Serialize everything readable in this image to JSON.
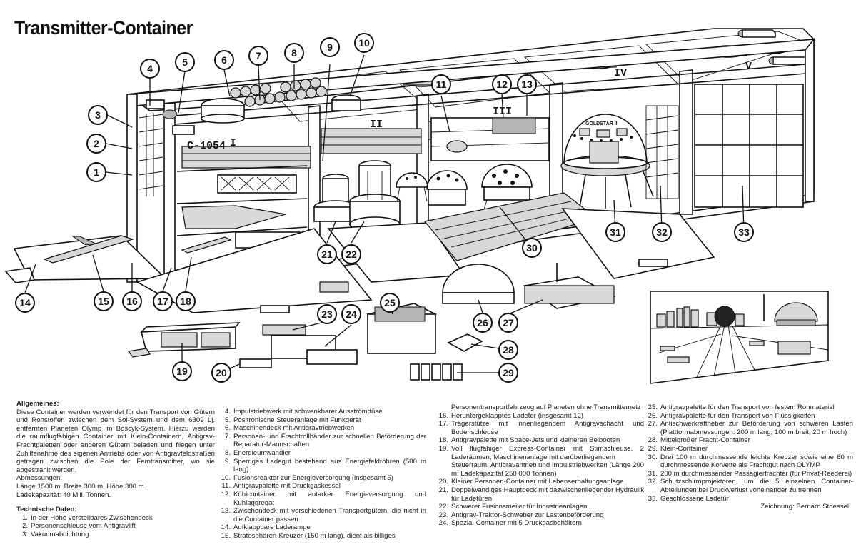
{
  "title": "Transmitter-Container",
  "drawing": {
    "hull_label": "C-1054",
    "section_numerals": [
      "I",
      "II",
      "III",
      "IV",
      "V"
    ],
    "ship_name": "GOLDSTAR II",
    "callouts": [
      "1",
      "2",
      "3",
      "4",
      "5",
      "6",
      "7",
      "8",
      "9",
      "10",
      "11",
      "12",
      "13",
      "14",
      "15",
      "16",
      "17",
      "18",
      "19",
      "20",
      "21",
      "22",
      "23",
      "24",
      "25",
      "26",
      "27",
      "28",
      "29",
      "30",
      "31",
      "32",
      "33"
    ],
    "inset": "Transmitter station on planet Olymp"
  },
  "legend": {
    "general_heading": "Allgemeines:",
    "general_text": "Diese Container werden verwendet für den Transport von Gütern und Rohstoffen zwischen dem Sol-System und dem 6309 Lj. entfernten Planeten Olymp im Boscyk-System. Hierzu werden die raumflugfähigen Container mit Klein-Containern, Antigrav-Frachtpaletten oder anderen Gütern beladen und fliegen unter Zuhilfenahme des eigenen Antriebs oder von Antigravfeldstraßen getragen zwischen die Pole der Ferntransmitter, wo sie abgestrahlt werden.",
    "dimensions_heading": "Abmessungen.",
    "dimensions_lines": [
      "Länge 1500 m, Breite 300 m, Höhe 300 m.",
      "Ladekapazität: 40 Mill. Tonnen."
    ],
    "tech_heading": "Technische Daten:",
    "items": [
      {
        "n": "1.",
        "text": "In der Höhe verstellbares Zwischendeck"
      },
      {
        "n": "2.",
        "text": "Personenschleuse vom Antigravlift"
      },
      {
        "n": "3.",
        "text": "Vakuumabdichtung"
      },
      {
        "n": "4.",
        "text": "Impulstriebwerk mit schwenkbarer Ausströmdüse"
      },
      {
        "n": "5.",
        "text": "Positronische Steueranlage mit Funkgerät"
      },
      {
        "n": "6.",
        "text": "Maschinendeck mit Antigravtriebwerken"
      },
      {
        "n": "7.",
        "text": "Personen- und Frachtrollbänder zur schnellen Beförderung der Reparatur-Mannschaften"
      },
      {
        "n": "8.",
        "text": "Energieumwandler"
      },
      {
        "n": "9.",
        "text": "Sperriges Ladegut bestehend aus Energiefeldröhren (500 m lang)"
      },
      {
        "n": "10.",
        "text": "Fusionsreaktor zur Energieversorgung (insgesamt 5)"
      },
      {
        "n": "11.",
        "text": "Antigravpalette mit Druckgaskessel"
      },
      {
        "n": "12.",
        "text": "Kühlcontainer mit autarker Energieversorgung und Kuhlaggregat"
      },
      {
        "n": "13.",
        "text": "Zwischendeck mit verschiedenen Transportgütern, die nicht in die Container passen"
      },
      {
        "n": "14.",
        "text": "Aufklappbare Laderampe"
      },
      {
        "n": "15.",
        "text": "Stratosphären-Kreuzer (150 m lang), dient als billiges"
      },
      {
        "n": "",
        "text": "Personentransportfahrzeug auf Planeten ohne Transmitternetz"
      },
      {
        "n": "16.",
        "text": "Heruntergeklapptes Ladetor (insgesamt 12)"
      },
      {
        "n": "17.",
        "text": "Trägerstütze mit innenliegendem Antigravschacht und Bodenschleuse"
      },
      {
        "n": "18.",
        "text": "Antigravpalette mit Space-Jets und kleineren Beibooten"
      },
      {
        "n": "19.",
        "text": "Voll flugfähiger Express-Container mit Stirnschleuse, 2 Laderäumen, Maschinenanlage mit darüberliegendem"
      },
      {
        "n": "",
        "text": "Steuerraum, Antigravantrieb und Impulstriebwerken (Länge 200 m; Ladekapazität 250 000 Tonnen)"
      },
      {
        "n": "20.",
        "text": "Kleiner Personen-Container mit Lebenserhaltungsanlage"
      },
      {
        "n": "21.",
        "text": "Doppelwandiges Hauptdeck mit dazwischenliegender Hydraulik für Ladetüren"
      },
      {
        "n": "22.",
        "text": "Schwerer Fusionsmeiler für Industrieanlagen"
      },
      {
        "n": "23.",
        "text": "Antigrav-Traktor-Schweber zur Lastenbeförderung"
      },
      {
        "n": "24.",
        "text": "Spezial-Container mit 5 Druckgasbehältern"
      },
      {
        "n": "25.",
        "text": "Antigravpalette für den Transport von festem Rohmaterial"
      },
      {
        "n": "26.",
        "text": "Antigravpalette für den Transport von Flüssigkeiten"
      },
      {
        "n": "27.",
        "text": "Antischwerkraftheber zur Beförderung von schweren Lasten (Plattformabmessungen: 200 m lang, 100 m breit, 20 m hoch)"
      },
      {
        "n": "28.",
        "text": "Mittelgroßer Fracht-Container"
      },
      {
        "n": "29.",
        "text": "Klein-Container"
      },
      {
        "n": "30.",
        "text": "Drei 100 m durchmessende leichte Kreuzer sowie eine 60 m durchmessende Korvette als Frachtgut nach OLYMP"
      },
      {
        "n": "31.",
        "text": "200 m durchmessender Passagierfrachter (für Privat-Reederei)"
      },
      {
        "n": "32.",
        "text": "Schutzschirmprojektoren, um die 5 einzelnen Container-Abteilungen bei Druckverlust voneinander zu trennen"
      },
      {
        "n": "33.",
        "text": "Geschlossene Ladetür"
      }
    ],
    "credit": "Zeichnung: Bernard Stoessel"
  }
}
